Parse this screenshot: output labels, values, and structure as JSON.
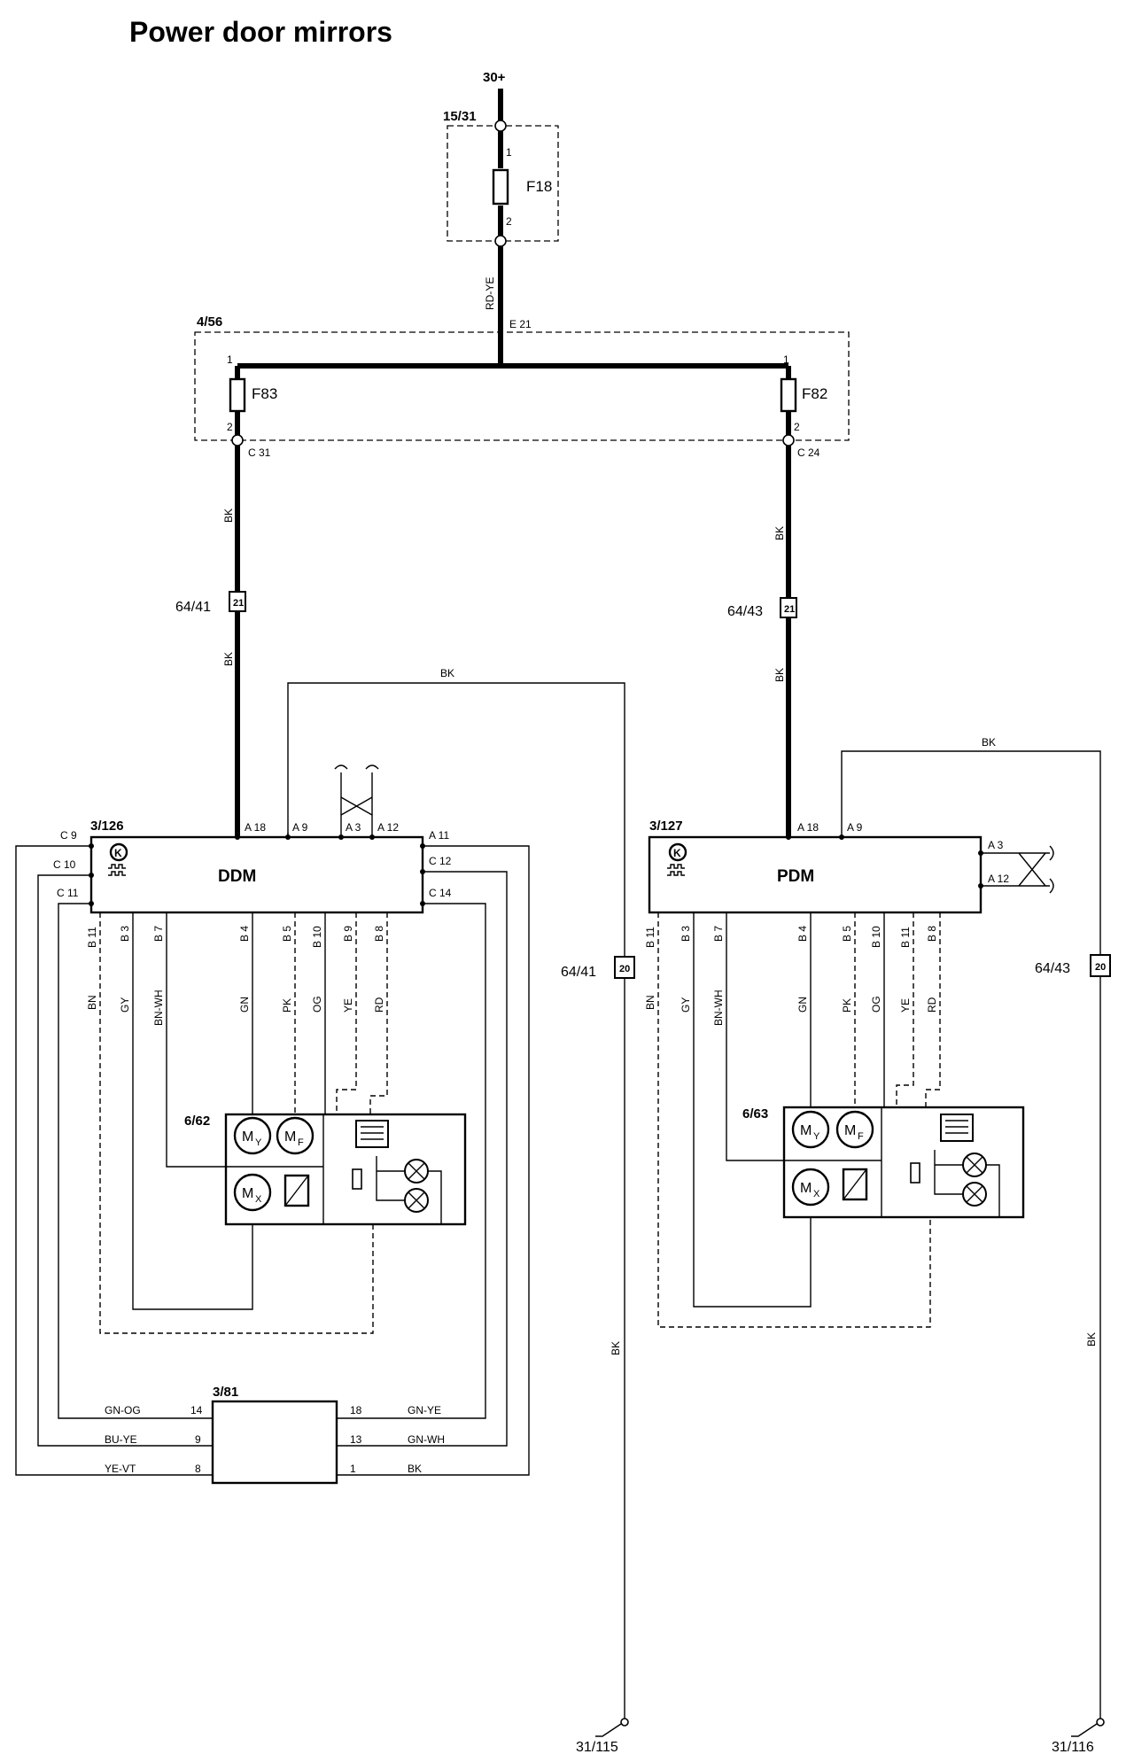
{
  "title": "Power door mirrors",
  "supply": "30+",
  "fusebox1": {
    "id": "15/31",
    "fuse": "F18",
    "pin_in": "1",
    "pin_out": "2",
    "wire": "RD-YE",
    "connector": "E 21"
  },
  "fusebox2": {
    "id": "4/56",
    "left": {
      "fuse": "F83",
      "pin_in": "1",
      "pin_out": "2",
      "connector": "C 31",
      "wire": "BK"
    },
    "right": {
      "fuse": "F82",
      "pin_in": "1",
      "pin_out": "2",
      "connector": "C 24",
      "wire": "BK"
    }
  },
  "splices": {
    "ddm_supply": {
      "id": "64/41",
      "num": "21"
    },
    "pdm_supply": {
      "id": "64/43",
      "num": "21"
    },
    "ddm_ground": {
      "id": "64/41",
      "num": "20"
    },
    "pdm_ground": {
      "id": "64/43",
      "num": "20"
    }
  },
  "ddm": {
    "ref": "3/126",
    "name": "DDM",
    "top_pins": [
      "A 18",
      "A 9",
      "A 3",
      "A 12"
    ],
    "left_pins": [
      "C 9",
      "C 10",
      "C 11"
    ],
    "right_pins": [
      "A 11",
      "C 12",
      "C 14"
    ],
    "bottom_pins": [
      "B 11",
      "B 3",
      "B 7",
      "B 4",
      "B 5",
      "B 10",
      "B 9",
      "B 8"
    ],
    "bottom_wires": [
      "BN",
      "GY",
      "BN-WH",
      "GN",
      "PK",
      "OG",
      "YE",
      "RD"
    ],
    "ground_wire": "BK"
  },
  "pdm": {
    "ref": "3/127",
    "name": "PDM",
    "top_pins": [
      "A 18",
      "A 9"
    ],
    "right_pins": [
      "A 3",
      "A 12"
    ],
    "bottom_pins": [
      "B 11",
      "B 3",
      "B 7",
      "B 4",
      "B 5",
      "B 10",
      "B 11",
      "B 8"
    ],
    "bottom_wires": [
      "BN",
      "GY",
      "BN-WH",
      "GN",
      "PK",
      "OG",
      "YE",
      "RD"
    ],
    "ground_wire": "BK"
  },
  "mirror_left": {
    "ref": "6/62",
    "motor_y": "M",
    "motor_y_sub": "Y",
    "motor_f": "M",
    "motor_f_sub": "F",
    "motor_x": "M",
    "motor_x_sub": "X"
  },
  "mirror_right": {
    "ref": "6/63",
    "motor_y": "M",
    "motor_y_sub": "Y",
    "motor_f": "M",
    "motor_f_sub": "F",
    "motor_x": "M",
    "motor_x_sub": "X"
  },
  "switch": {
    "ref": "3/81",
    "left_pins": [
      "14",
      "9",
      "8"
    ],
    "left_wires": [
      "GN-OG",
      "BU-YE",
      "YE-VT"
    ],
    "right_pins": [
      "18",
      "13",
      "1"
    ],
    "right_wires": [
      "GN-YE",
      "GN-WH",
      "BK"
    ]
  },
  "grounds": {
    "left": "31/115",
    "right": "31/116"
  }
}
